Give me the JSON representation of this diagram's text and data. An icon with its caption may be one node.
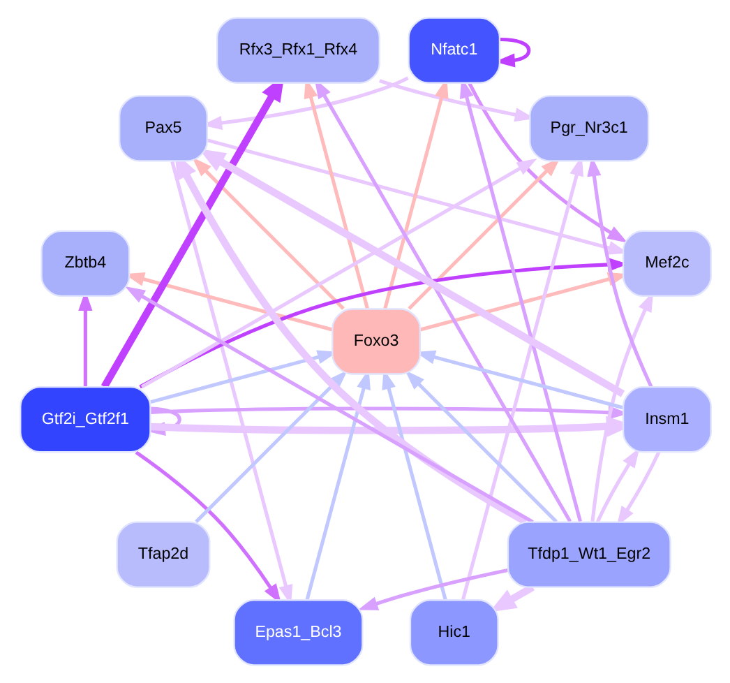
{
  "diagram": {
    "nodes": [
      {
        "text": [
          "Mef2c"
        ]
      },
      {
        "text": [
          "Pgr_Nr3c1"
        ]
      },
      {
        "text": [
          "Nfatc1"
        ]
      },
      {
        "text": [
          "Rfx3_Rfx1_Rfx4"
        ]
      },
      {
        "text": [
          "Pax5"
        ]
      },
      {
        "text": [
          "Zbtb4"
        ]
      },
      {
        "text": [
          "Foxo3"
        ]
      },
      {
        "text": [
          "Gtf2i_Gtf2f1"
        ]
      },
      {
        "text": [
          "Tfap2d"
        ]
      },
      {
        "text": [
          "Epas1_Bcl3"
        ]
      },
      {
        "text": [
          "Hic1"
        ]
      },
      {
        "text": [
          "Tfdp1_Wt1_Egr2"
        ]
      },
      {
        "text": [
          "Insm1"
        ]
      }
    ],
    "edges": [
      {
        "from": 6,
        "to": 0,
        "arrow": "to",
        "color": "#ffbbbb"
      },
      {
        "from": 6,
        "to": 1,
        "arrow": "to",
        "color": "#ffbbbb"
      },
      {
        "from": 6,
        "to": 2,
        "arrow": "to",
        "color": "#ffbbbb"
      },
      {
        "from": 6,
        "to": 3,
        "arrow": "to",
        "color": "#ffbbbb"
      },
      {
        "from": 6,
        "to": 4,
        "arrow": "to",
        "color": "#ffbbbb"
      },
      {
        "from": 6,
        "to": 5,
        "arrow": "to",
        "color": "#ffbbbb"
      },
      {
        "from": 7,
        "to": 6,
        "arrow": "to",
        "color": "#c0c8ff"
      },
      {
        "from": 9,
        "to": 6,
        "arrow": "to",
        "color": "#c0c8ff"
      },
      {
        "from": 11,
        "to": 6,
        "arrow": "to",
        "color": "#c0c8ff"
      },
      {
        "from": 12,
        "to": 6,
        "arrow": "to",
        "color": "#c0c8ff"
      },
      {
        "from": 10,
        "to": 6,
        "arrow": "to",
        "color": "#c0c8ff"
      },
      {
        "from": 8,
        "to": 6,
        "arrow": "to",
        "color": "#c0c8ff"
      },
      {
        "from": 2,
        "to": 2,
        "arrow": "to",
        "color": "#c040ff"
      },
      {
        "from": 2,
        "to": 0,
        "arrow": "to",
        "color": "#d890ff"
      },
      {
        "from": 2,
        "to": 4,
        "arrow": "to"
      },
      {
        "from": 11,
        "to": 2,
        "arrow": "to",
        "color": "#d8a0ff"
      },
      {
        "from": 4,
        "to": 0,
        "arrow": "to"
      },
      {
        "from": 7,
        "to": 0,
        "arrow": "to",
        "color": "#c040ff"
      },
      {
        "from": 11,
        "to": 0,
        "arrow": "to"
      },
      {
        "from": 7,
        "to": 1,
        "arrow": "to"
      },
      {
        "from": 12,
        "to": 1,
        "arrow": "to",
        "color": "#d8a0ff"
      },
      {
        "from": 10,
        "to": 1,
        "arrow": "to"
      },
      {
        "from": 3,
        "to": 1,
        "arrow": "to"
      },
      {
        "from": 7,
        "to": 3,
        "arrow": "to",
        "style": "thick",
        "color": "#c040ff"
      },
      {
        "from": 11,
        "to": 3,
        "arrow": "to",
        "color": "#d8a0ff"
      },
      {
        "from": 7,
        "to": 5,
        "arrow": "to",
        "color": "#d070ff"
      },
      {
        "from": 11,
        "to": 5,
        "arrow": "to",
        "color": "#d8a0ff"
      },
      {
        "from": 7,
        "to": 7,
        "arrow": "to",
        "color": "#d8a0ff"
      },
      {
        "from": 7,
        "to": 9,
        "arrow": "to",
        "color": "#d070ff"
      },
      {
        "from": 4,
        "to": 9,
        "arrow": "to"
      },
      {
        "from": 11,
        "to": 9,
        "arrow": "to",
        "color": "#d8a0ff"
      },
      {
        "from": 11,
        "to": 4,
        "arrow": "to",
        "style": "thick"
      },
      {
        "from": 12,
        "to": 4,
        "arrow": "to",
        "style": "thick"
      },
      {
        "from": 7,
        "to": 12,
        "arrow": "to",
        "color": "#d8a0ff"
      },
      {
        "from": 7,
        "to": 12,
        "arrow": "to",
        "style": "thick"
      },
      {
        "from": 11,
        "to": 10,
        "arrow": "to",
        "style": "thick"
      },
      {
        "from": 11,
        "to": 12,
        "arrow": "to"
      },
      {
        "from": 12,
        "to": 11,
        "arrow": "to"
      }
    ]
  }
}
